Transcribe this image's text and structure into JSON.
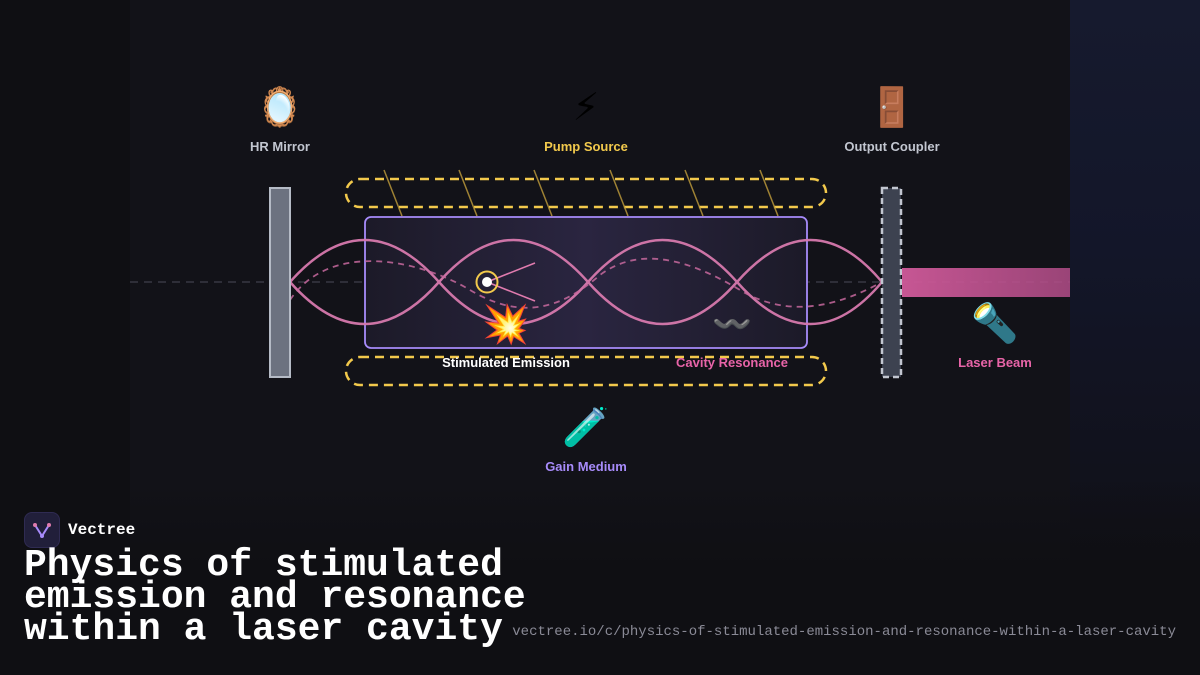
{
  "diagram": {
    "components": {
      "hr_mirror": {
        "label": "HR Mirror",
        "icon": "mirror-icon",
        "glyph": "🪞",
        "color": "#c2c6d0"
      },
      "pump_source": {
        "label": "Pump Source",
        "icon": "lightning-icon",
        "glyph": "⚡",
        "color": "#f2c94c"
      },
      "output_coupler": {
        "label": "Output Coupler",
        "icon": "door-icon",
        "glyph": "🚪",
        "color": "#c2c6d0"
      },
      "laser_beam": {
        "label": "Laser Beam",
        "icon": "flashlight-icon",
        "glyph": "🔦",
        "color": "#e864a8"
      },
      "stimulated_emission": {
        "label": "Stimulated Emission",
        "icon": "collision-icon",
        "glyph": "💥",
        "color": "#ffffff"
      },
      "cavity_resonance": {
        "label": "Cavity Resonance",
        "icon": "wave-icon",
        "glyph": "〰️",
        "color": "#e864a8"
      },
      "gain_medium": {
        "label": "Gain Medium",
        "icon": "test-tube-icon",
        "glyph": "🧪",
        "color": "#a78bfa"
      }
    },
    "colors": {
      "pump_loop": "#f2c94c",
      "gain_box_border": "#a78bfa",
      "standing_wave": "#e07bae",
      "mirror_fill": "#6c7280",
      "beam": "#d05a9a"
    }
  },
  "brand": {
    "name": "Vectree"
  },
  "title": "Physics of stimulated emission and resonance within a laser cavity",
  "url": "vectree.io/c/physics-of-stimulated-emission-and-resonance-within-a-laser-cavity"
}
